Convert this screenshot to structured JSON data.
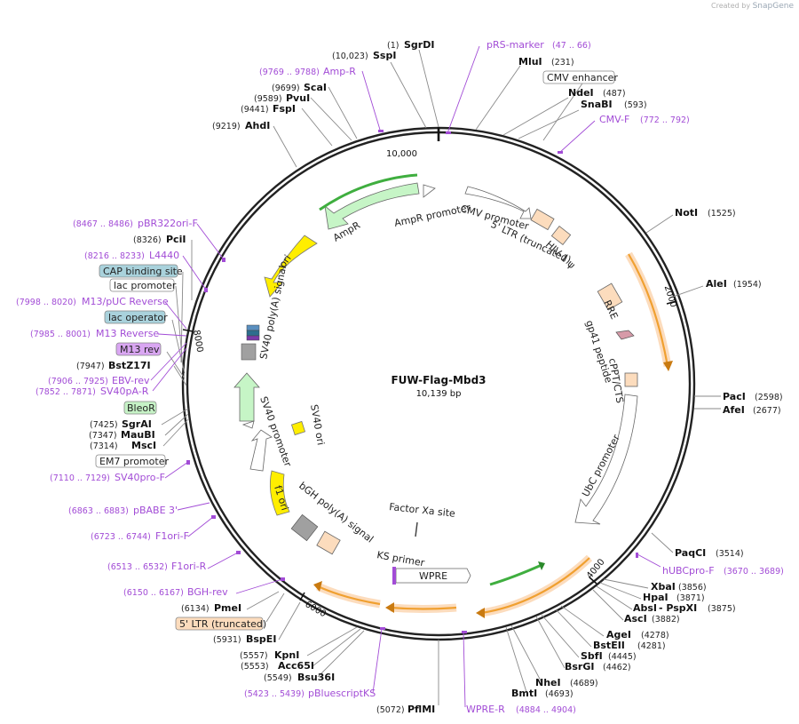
{
  "credit": {
    "prefix": "Created by",
    "brand": "SnapGene"
  },
  "plasmid": {
    "name": "FUW-Flag-Mbd3",
    "size": "10,139 bp"
  },
  "ticks": [
    "10,000",
    "2000",
    "4000",
    "6000",
    "8000"
  ],
  "enzymes": [
    {
      "name": "SgrDI",
      "pos": "(1)"
    },
    {
      "name": "SspI",
      "pos": "(10,023)"
    },
    {
      "name": "MluI",
      "pos": "(231)"
    },
    {
      "name": "NdeI",
      "pos": "(487)"
    },
    {
      "name": "SnaBI",
      "pos": "(593)"
    },
    {
      "name": "NotI",
      "pos": "(1525)"
    },
    {
      "name": "AleI",
      "pos": "(1954)"
    },
    {
      "name": "PacI",
      "pos": "(2598)"
    },
    {
      "name": "AfeI",
      "pos": "(2677)"
    },
    {
      "name": "PaqCI",
      "pos": "(3514)"
    },
    {
      "name": "XbaI",
      "pos": "(3856)"
    },
    {
      "name": "HpaI",
      "pos": "(3871)"
    },
    {
      "name": "AbsI",
      "pos": ""
    },
    {
      "name": "- PspXI",
      "pos": "(3875)"
    },
    {
      "name": "AscI",
      "pos": "(3882)"
    },
    {
      "name": "AgeI",
      "pos": "(4278)"
    },
    {
      "name": "BstEII",
      "pos": "(4281)"
    },
    {
      "name": "SbfI",
      "pos": "(4445)"
    },
    {
      "name": "BsrGI",
      "pos": "(4462)"
    },
    {
      "name": "NheI",
      "pos": "(4689)"
    },
    {
      "name": "BmtI",
      "pos": "(4693)"
    },
    {
      "name": "PflMI",
      "pos": "(5072)"
    },
    {
      "name": "Bsu36I",
      "pos": "(5549)"
    },
    {
      "name": "Acc65I",
      "pos": "(5553)"
    },
    {
      "name": "KpnI",
      "pos": "(5557)"
    },
    {
      "name": "BspEI",
      "pos": "(5931)"
    },
    {
      "name": "PmeI",
      "pos": "(6134)"
    },
    {
      "name": "MscI",
      "pos": "(7314)"
    },
    {
      "name": "MauBI",
      "pos": "(7347)"
    },
    {
      "name": "SgrAI",
      "pos": "(7425)"
    },
    {
      "name": "BstZ17I",
      "pos": "(7947)"
    },
    {
      "name": "PciI",
      "pos": "(8326)"
    },
    {
      "name": "AhdI",
      "pos": "(9219)"
    },
    {
      "name": "FspI",
      "pos": "(9441)"
    },
    {
      "name": "PvuI",
      "pos": "(9589)"
    },
    {
      "name": "ScaI",
      "pos": "(9699)"
    }
  ],
  "primers": [
    {
      "name": "pRS-marker",
      "range": "(47 .. 66)"
    },
    {
      "name": "CMV-F",
      "range": "(772 .. 792)"
    },
    {
      "name": "hUBCpro-F",
      "range": "(3670 .. 3689)"
    },
    {
      "name": "WPRE-R",
      "range": "(4884 .. 4904)"
    },
    {
      "name": "pBluescriptKS",
      "range": "(5423 .. 5439)"
    },
    {
      "name": "BGH-rev",
      "range": "(6150 .. 6167)"
    },
    {
      "name": "F1ori-R",
      "range": "(6513 .. 6532)"
    },
    {
      "name": "F1ori-F",
      "range": "(6723 .. 6744)"
    },
    {
      "name": "pBABE 3'",
      "range": "(6863 .. 6883)"
    },
    {
      "name": "SV40pro-F",
      "range": "(7110 .. 7129)"
    },
    {
      "name": "SV40pA-R",
      "range": "(7852 .. 7871)"
    },
    {
      "name": "EBV-rev",
      "range": "(7906 .. 7925)"
    },
    {
      "name": "M13 Reverse",
      "range": "(7985 .. 8001)"
    },
    {
      "name": "M13/pUC Reverse",
      "range": "(7998 .. 8020)"
    },
    {
      "name": "L4440",
      "range": "(8216 .. 8233)"
    },
    {
      "name": "pBR322ori-F",
      "range": "(8467 .. 8486)"
    },
    {
      "name": "Amp-R",
      "range": "(9769 .. 9788)"
    }
  ],
  "boxed_labels": [
    {
      "name": "CMV enhancer",
      "color": "#ffffff"
    },
    {
      "name": "CAP binding site",
      "color": "#a9d2dc"
    },
    {
      "name": "lac promoter",
      "color": "#ffffff"
    },
    {
      "name": "lac operator",
      "color": "#a9d2dc"
    },
    {
      "name": "M13 rev",
      "color": "#d9a6f2"
    },
    {
      "name": "BleoR",
      "color": "#c6f2c6"
    },
    {
      "name": "EM7 promoter",
      "color": "#ffffff"
    },
    {
      "name": "5' LTR (truncated)",
      "color": "#fcdcbd"
    }
  ],
  "features": [
    {
      "name": "AmpR promoter"
    },
    {
      "name": "AmpR"
    },
    {
      "name": "ori"
    },
    {
      "name": "SV40 poly(A) signal"
    },
    {
      "name": "CMV promoter"
    },
    {
      "name": "5' LTR (truncated)"
    },
    {
      "name": "HIV-1 ψ"
    },
    {
      "name": "RRE"
    },
    {
      "name": "gp41 peptide"
    },
    {
      "name": "cPPT/CTS"
    },
    {
      "name": "UbC promoter"
    },
    {
      "name": "SV40 ori"
    },
    {
      "name": "SV40 promoter"
    },
    {
      "name": "f1 ori"
    },
    {
      "name": "bGH poly(A) signal"
    },
    {
      "name": "Factor Xa site"
    },
    {
      "name": "KS primer"
    },
    {
      "name": "WPRE"
    }
  ],
  "colors": {
    "primer": "#a24cd6",
    "ampr": "#c6f5c6",
    "ori": "#ffee00",
    "orange": "#f0a030",
    "peach": "#fcdcbd",
    "green": "#3fae3f",
    "grey": "#a0a0a0"
  }
}
